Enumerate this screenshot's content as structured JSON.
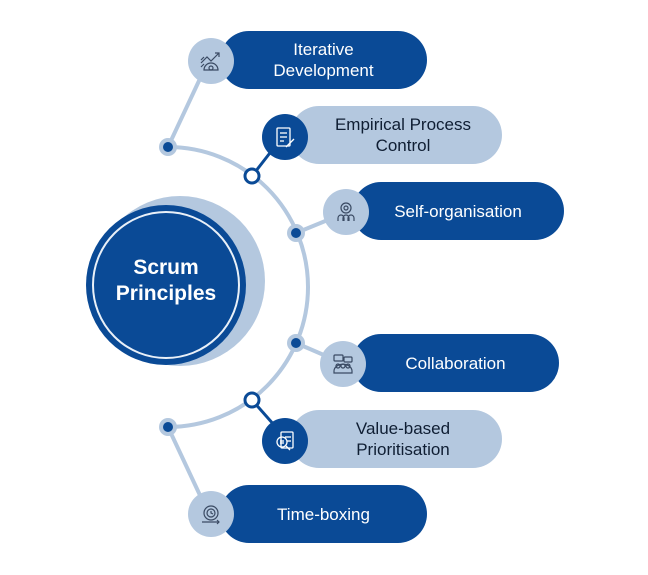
{
  "diagram": {
    "title": "Scrum Principles",
    "title_lines": [
      "Scrum",
      "Principles"
    ],
    "colors": {
      "dark_blue": "#0a4a96",
      "light_blue": "#b4c8df",
      "text_dark": "#0f1e33",
      "white": "#ffffff"
    },
    "principles": [
      {
        "label_lines": [
          "Iterative",
          "Development"
        ],
        "style": "dark",
        "icon": "growth-chart-gear-icon"
      },
      {
        "label_lines": [
          "Empirical Process",
          "Control"
        ],
        "style": "light",
        "icon": "checklist-pen-icon"
      },
      {
        "label_lines": [
          "Self-organisation"
        ],
        "style": "dark",
        "icon": "team-gear-icon"
      },
      {
        "label_lines": [
          "Collaboration"
        ],
        "style": "dark",
        "icon": "team-chat-icon"
      },
      {
        "label_lines": [
          "Value-based",
          "Prioritisation"
        ],
        "style": "light",
        "icon": "document-magnifier-icon"
      },
      {
        "label_lines": [
          "Time-boxing"
        ],
        "style": "dark",
        "icon": "clock-gear-icon"
      }
    ]
  }
}
